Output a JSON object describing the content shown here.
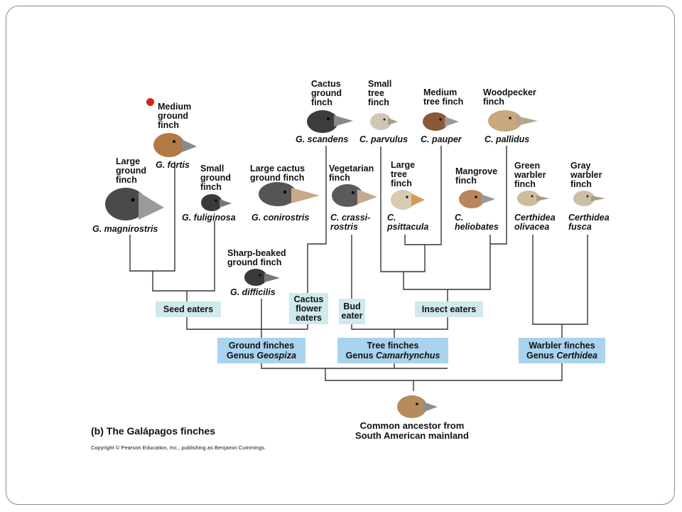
{
  "finches": {
    "medium_ground": {
      "name": "Medium\nground\nfinch",
      "sci": "G. fortis",
      "color": "#b07a45"
    },
    "large_ground": {
      "name": "Large\nground\nfinch",
      "sci": "G. magnirostris",
      "color": "#4a4a4a"
    },
    "small_ground": {
      "name": "Small\nground\nfinch",
      "sci": "G. fuliginosa",
      "color": "#3a3a3a"
    },
    "large_cactus": {
      "name": "Large cactus\nground finch",
      "sci": "G. conirostris",
      "color": "#555555"
    },
    "cactus_ground": {
      "name": "Cactus\nground\nfinch",
      "sci": "G. scandens",
      "color": "#3c3c3c"
    },
    "vegetarian": {
      "name": "Vegetarian\nfinch",
      "sci": "C. crassi-\nrostris",
      "color": "#5a5a5a"
    },
    "small_tree": {
      "name": "Small\ntree\nfinch",
      "sci": "C. parvulus",
      "color": "#cfc7b4"
    },
    "large_tree": {
      "name": "Large\ntree\nfinch",
      "sci": "C.\npsittacula",
      "color": "#d9cbb0"
    },
    "medium_tree": {
      "name": "Medium\ntree finch",
      "sci": "C. pauper",
      "color": "#8a5a35"
    },
    "woodpecker": {
      "name": "Woodpecker\nfinch",
      "sci": "C. pallidus",
      "color": "#c9a77f"
    },
    "mangrove": {
      "name": "Mangrove\nfinch",
      "sci": "C.\nheliobates",
      "color": "#b8865a"
    },
    "green_warbler": {
      "name": "Green\nwarbler\nfinch",
      "sci": "Certhidea\nolivacea",
      "color": "#cdbd9d"
    },
    "gray_warbler": {
      "name": "Gray\nwarbler\nfinch",
      "sci": "Certhidea\nfusca",
      "color": "#cbbfa6"
    },
    "sharp_beaked": {
      "name": "Sharp-beaked\nground finch",
      "sci": "G. difficilis",
      "color": "#3a3a3a"
    }
  },
  "diet_boxes": {
    "seed_eaters": "Seed eaters",
    "cactus_flower": "Cactus\nflower\neaters",
    "bud_eater": "Bud\neater",
    "insect_eaters": "Insect eaters"
  },
  "groups": {
    "ground": {
      "line1": "Ground finches",
      "prefix": "Genus ",
      "genus": "Geospiza"
    },
    "tree": {
      "line1": "Tree finches",
      "prefix": "Genus ",
      "genus": "Camarhynchus"
    },
    "warbler": {
      "line1": "Warbler finches",
      "prefix": "Genus ",
      "genus": "Certhidea"
    }
  },
  "ancestor": {
    "label": "Common ancestor from\nSouth American mainland",
    "color": "#b78a5c"
  },
  "caption": "(b) The Galápagos finches",
  "copyright": "Copyright © Pearson Education, Inc., publishing as Benjamin Cummings.",
  "colors": {
    "diet_box": "#cfe9ee",
    "genus_box": "#a9d3ef",
    "line": "#333333",
    "marker": "#e01e1e"
  }
}
